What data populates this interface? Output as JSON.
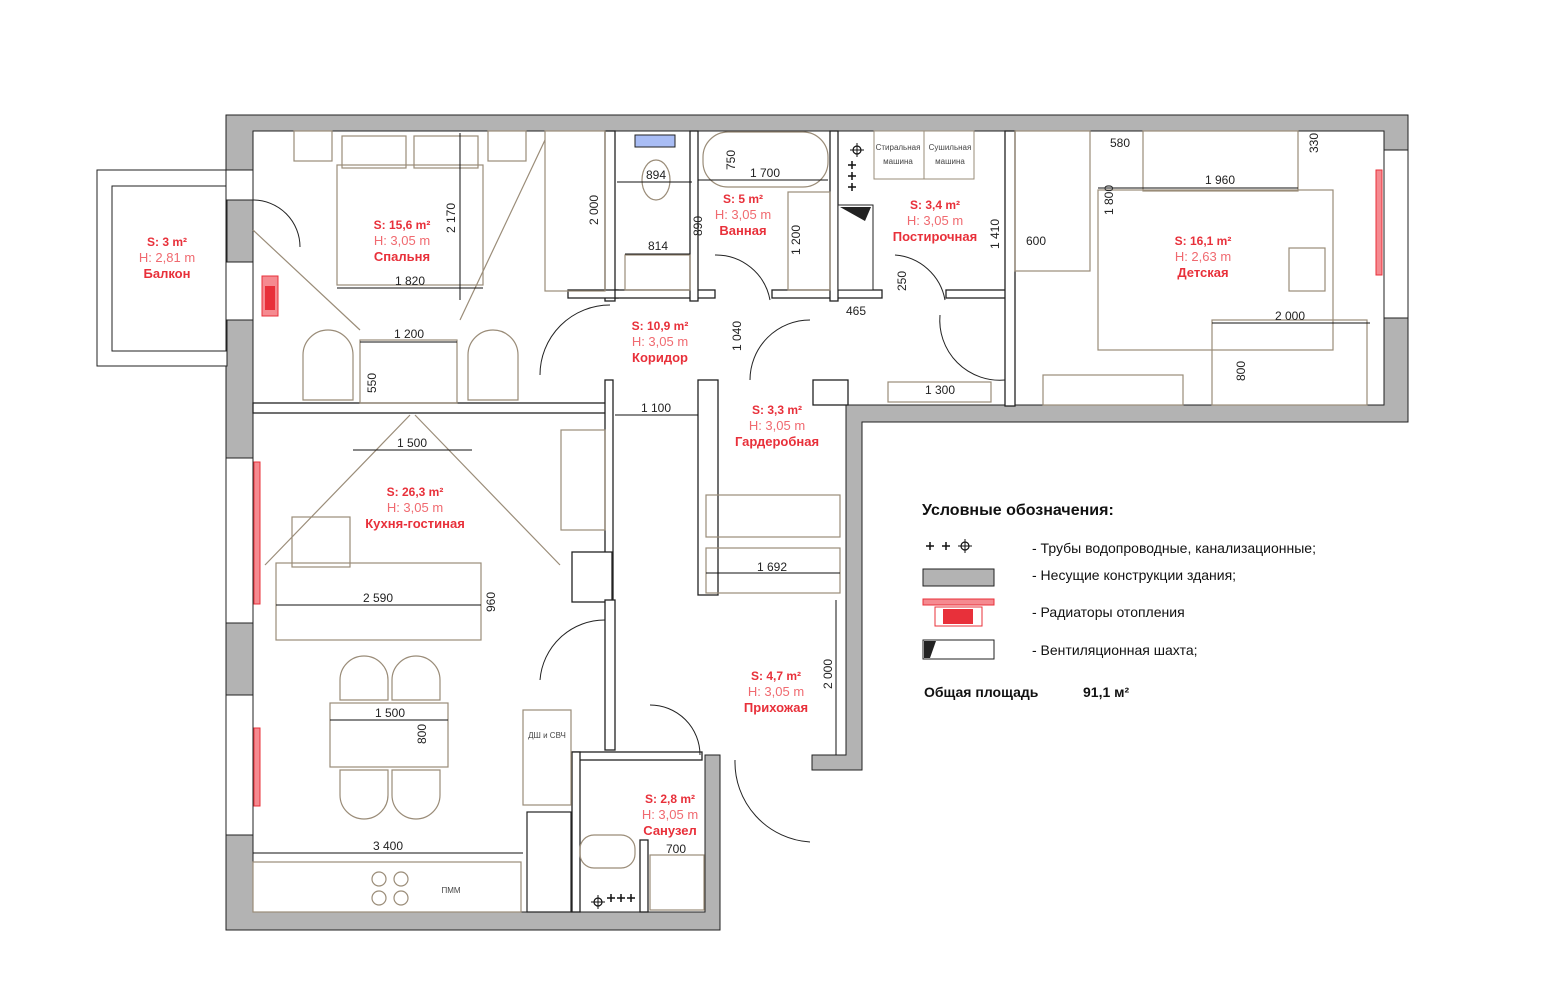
{
  "rooms": [
    {
      "name": "Балкон",
      "area": "S: 3 m²",
      "height": "H: 2,81 m"
    },
    {
      "name": "Спальня",
      "area": "S: 15,6 m²",
      "height": "H: 3,05 m"
    },
    {
      "name": "Ванная",
      "area": "S: 5 m²",
      "height": "H: 3,05 m"
    },
    {
      "name": "Постирочная",
      "area": "S: 3,4 m²",
      "height": "H: 3,05 m"
    },
    {
      "name": "Детская",
      "area": "S: 16,1 m²",
      "height": "H: 2,63 m"
    },
    {
      "name": "Коридор",
      "area": "S: 10,9 m²",
      "height": "H: 3,05 m"
    },
    {
      "name": "Гардеробная",
      "area": "S: 3,3 m²",
      "height": "H: 3,05 m"
    },
    {
      "name": "Кухня-гостиная",
      "area": "S: 26,3 m²",
      "height": "H: 3,05 m"
    },
    {
      "name": "Прихожая",
      "area": "S: 4,7 m²",
      "height": "H: 3,05 m"
    },
    {
      "name": "Санузел",
      "area": "S: 2,8 m²",
      "height": "H: 3,05 m"
    }
  ],
  "dimensions": [
    "2 170",
    "1 820",
    "2 000",
    "1 200",
    "550",
    "894",
    "814",
    "890",
    "750",
    "1 700",
    "1 200",
    "1 410",
    "250",
    "465",
    "580",
    "330",
    "1 960",
    "1 800",
    "600",
    "2 000",
    "800",
    "1 040",
    "1 300",
    "1 100",
    "1 500",
    "1 692",
    "2 590",
    "960",
    "1 500",
    "800",
    "2 000",
    "3 400",
    "700"
  ],
  "appliances": {
    "washer_1": "Стиральная",
    "washer_2": "машина",
    "dryer_1": "Сушильная",
    "dryer_2": "машина",
    "dw": "ДШ и СВЧ",
    "pmm": "ПММ"
  },
  "legend": {
    "title": "Условные обозначения:",
    "items": [
      "- Трубы водопроводные, канализационные;",
      "- Несущие конструкции здания;",
      "- Радиаторы отопления",
      "- Вентиляционная шахта;"
    ],
    "total_label": "Общая площадь",
    "total_value": "91,1 м²"
  },
  "colors": {
    "wall": "#b3b3b3",
    "radiator": "#e8303a",
    "label": "#e8303a"
  }
}
